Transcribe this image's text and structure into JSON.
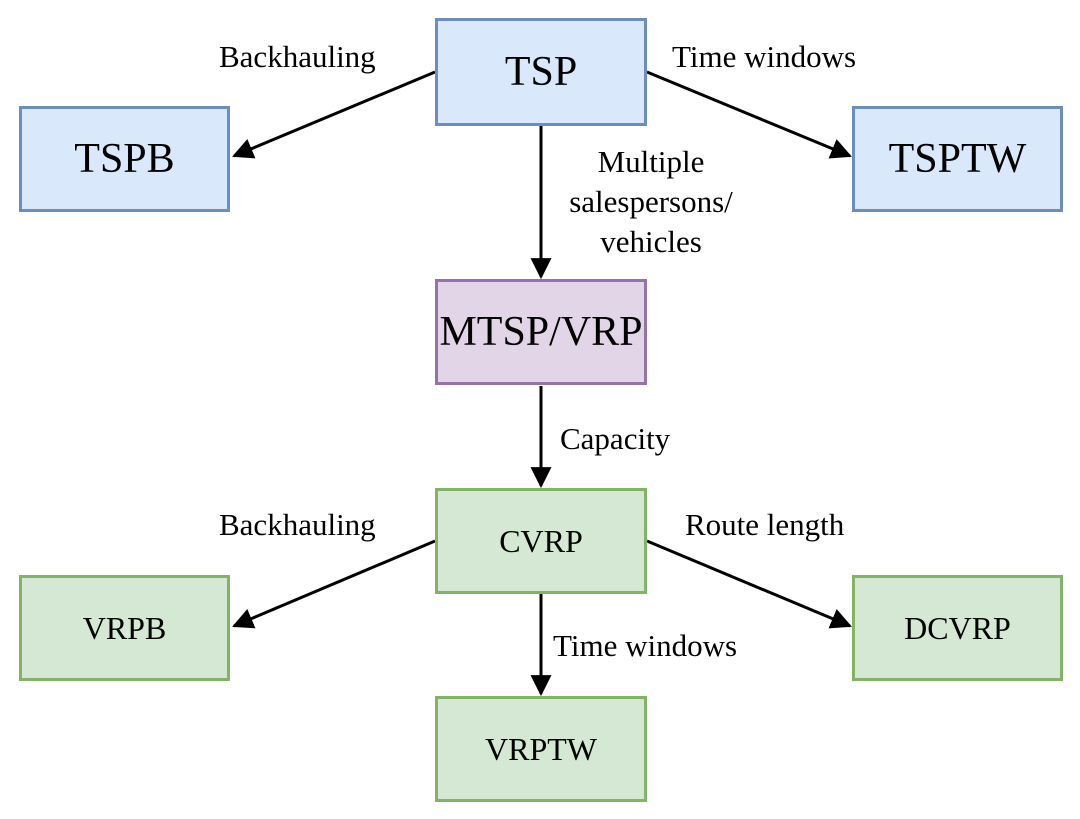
{
  "nodes": {
    "tsp": "TSP",
    "tspb": "TSPB",
    "tsptw": "TSPTW",
    "mtsp_vrp": "MTSP/VRP",
    "cvrp": "CVRP",
    "vrpb": "VRPB",
    "dcvrp": "DCVRP",
    "vrptw": "VRPTW"
  },
  "edges": {
    "tsp_to_tspb": "Backhauling",
    "tsp_to_tsptw": "Time windows",
    "tsp_to_mtsp_line1": "Multiple",
    "tsp_to_mtsp_line2": "salespersons/",
    "tsp_to_mtsp_line3": "vehicles",
    "mtsp_to_cvrp": "Capacity",
    "cvrp_to_vrpb": "Backhauling",
    "cvrp_to_dcvrp": "Route length",
    "cvrp_to_vrptw": "Time windows"
  },
  "colors": {
    "tsp_fill": "#dae8fc",
    "tsp_stroke": "#6c8ebf",
    "vrp_fill": "#e1d5e7",
    "vrp_stroke": "#9673a6",
    "cvrp_fill": "#d5e8d4",
    "cvrp_stroke": "#82b366"
  }
}
